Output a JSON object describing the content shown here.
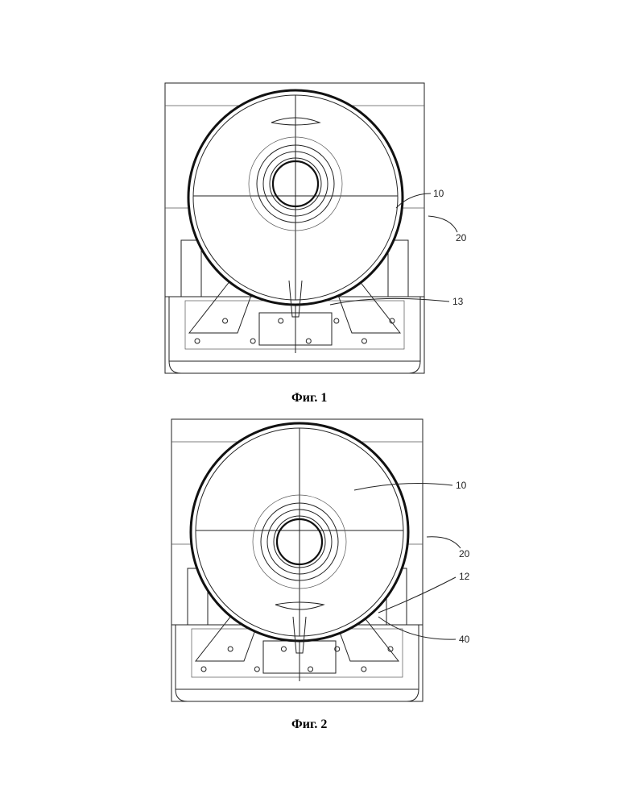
{
  "figures": [
    {
      "caption": "Фиг. 1",
      "labels": [
        {
          "id": "robot",
          "text": "10"
        },
        {
          "id": "base-station",
          "text": "20"
        },
        {
          "id": "part-13",
          "text": "13"
        }
      ]
    },
    {
      "caption": "Фиг. 2",
      "labels": [
        {
          "id": "robot",
          "text": "10"
        },
        {
          "id": "base-station",
          "text": "20"
        },
        {
          "id": "part-12",
          "text": "12"
        },
        {
          "id": "part-40",
          "text": "40"
        }
      ]
    }
  ]
}
